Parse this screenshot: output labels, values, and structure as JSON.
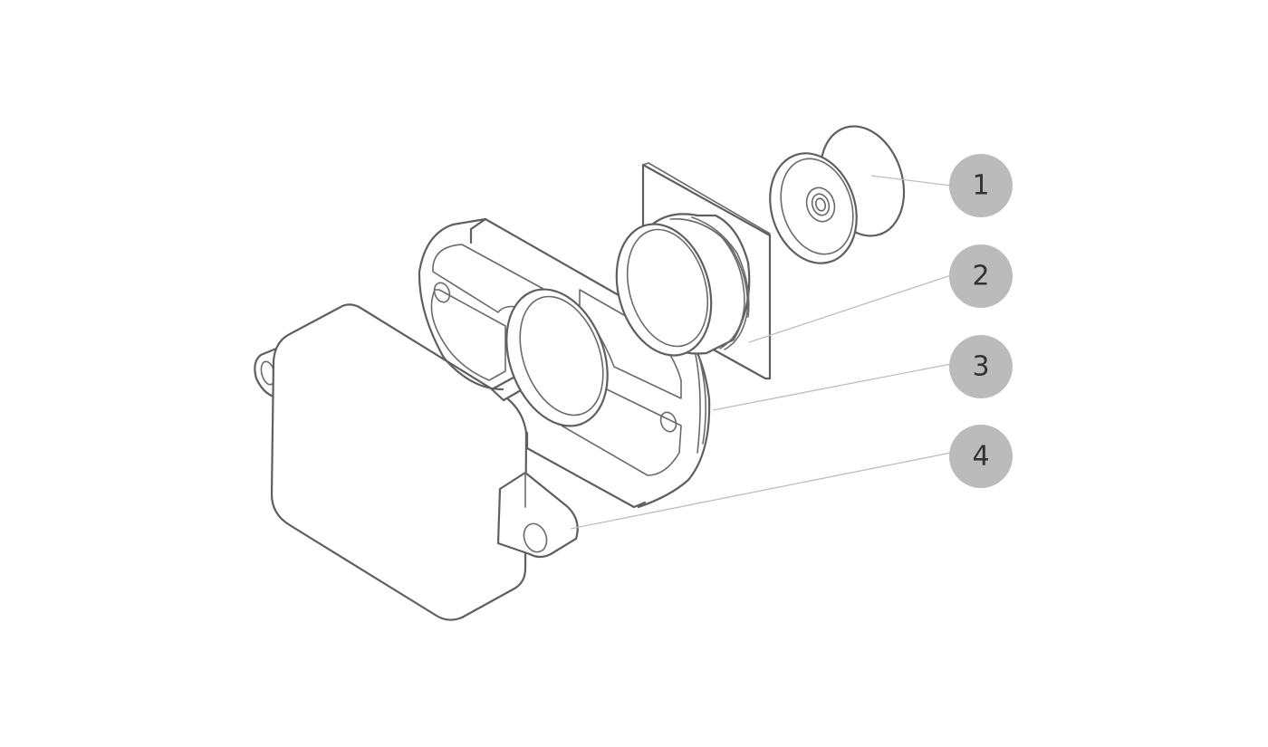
{
  "callouts": [
    {
      "label": "1",
      "part": "end-cap-with-spool"
    },
    {
      "label": "2",
      "part": "threaded-insert-with-plate"
    },
    {
      "label": "3",
      "part": "mounting-frame"
    },
    {
      "label": "4",
      "part": "motor-housing"
    }
  ],
  "colors": {
    "line": "#5f5f5f",
    "leader": "#bdbdbd",
    "callout_fill": "#bcbbbb",
    "callout_text": "#333333",
    "background": "#ffffff"
  }
}
